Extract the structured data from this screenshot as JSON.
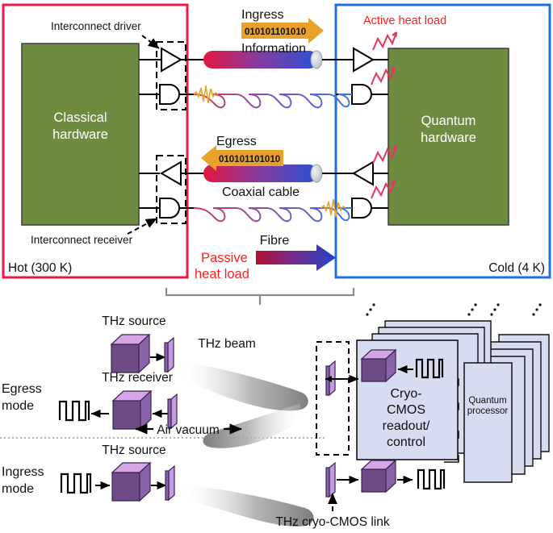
{
  "figure": {
    "kind": "quantum-classical interconnect diagram",
    "colors": {
      "hot_border": "#ED1944",
      "cold_border": "#1F6FE0",
      "hardware_green": "#6E8C40",
      "information_arrow": "#E8A22A",
      "heat_red": "#FF1E1E",
      "active_heat_squiggle": "#E83560",
      "coax_hot": "#E4163E",
      "coax_cold": "#2A51D6",
      "fibre_hot": "#D6375F",
      "fibre_cold": "#3B78E0",
      "optical_pulse": "#E8A22A",
      "bracket_gray": "#8C8C8C",
      "thz_beam_gray": "#8A8A8A",
      "chip_fill": "#D7DCF0",
      "cube_top": "#D4A6E8",
      "cube_front": "#6E4A86",
      "cube_side": "#8A63A8",
      "window_face": "#C49BE0"
    }
  },
  "top_panel": {
    "hot_region": {
      "temperature_label": "Hot (300 K)",
      "hardware_label_line1": "Classical",
      "hardware_label_line2": "hardware",
      "driver_callout": "Interconnect driver",
      "receiver_callout": "Interconnect receiver"
    },
    "cold_region": {
      "temperature_label": "Cold (4 K)",
      "hardware_label_line1": "Quantum",
      "hardware_label_line2": "hardware",
      "active_heat_label": "Active heat load"
    },
    "links": {
      "ingress_title": "Ingress",
      "ingress_bits": "010101101010",
      "information_label": "Information",
      "egress_title": "Egress",
      "egress_bits": "010101101010",
      "coax_label": "Coaxial cable",
      "fibre_label": "Fibre",
      "passive_heat_line1": "Passive",
      "passive_heat_line2": "heat load"
    }
  },
  "bottom_panel": {
    "egress_mode_line1": "Egress",
    "egress_mode_line2": "mode",
    "ingress_mode_line1": "Ingress",
    "ingress_mode_line2": "mode",
    "thz_source_label_egress": "THz source",
    "thz_receiver_label": "THz receiver",
    "thz_source_label_ingress": "THz source",
    "thz_beam_label": "THz beam",
    "air_vacuum_label": "Air vacuum",
    "cryo_cmos_line1": "Cryo-",
    "cryo_cmos_line2": "CMOS",
    "cryo_cmos_line3": "readout/",
    "cryo_cmos_line4": "control",
    "quantum_processor_line1": "Quantum",
    "quantum_processor_line2": "processor",
    "thz_link_label": "THz cryo-CMOS link"
  }
}
